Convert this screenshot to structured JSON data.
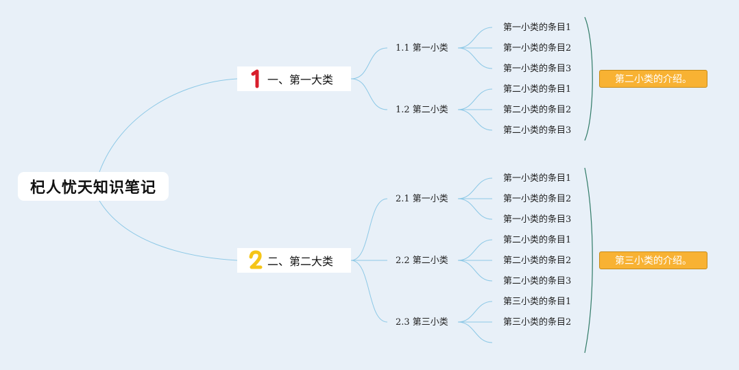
{
  "root": {
    "title": "杞人忧天知识笔记"
  },
  "categories": [
    {
      "label": "一、第一大类",
      "subcategories": [
        {
          "label": "1.1 第一小类",
          "items": [
            "第一小类的条目1",
            "第一小类的条目2",
            "第一小类的条目3"
          ]
        },
        {
          "label": "1.2 第二小类",
          "items": [
            "第二小类的条目1",
            "第二小类的条目2",
            "第二小类的条目3"
          ]
        }
      ],
      "summary": "第二小类的介绍。"
    },
    {
      "label": "二、第二大类",
      "subcategories": [
        {
          "label": "2.1 第一小类",
          "items": [
            "第一小类的条目1",
            "第一小类的条目2",
            "第一小类的条目3"
          ]
        },
        {
          "label": "2.2 第二小类",
          "items": [
            "第二小类的条目1",
            "第二小类的条目2",
            "第二小类的条目3"
          ]
        },
        {
          "label": "2.3 第三小类",
          "items": [
            "第三小类的条目1",
            "第三小类的条目2",
            ""
          ]
        }
      ],
      "summary": "第三小类的介绍。"
    }
  ],
  "colors": {
    "connector": "#8cc8e6",
    "bracket": "#2f7a66",
    "note_fill": "#f8b233",
    "icon_one": "#d81e2c",
    "icon_two": "#f5c518"
  }
}
